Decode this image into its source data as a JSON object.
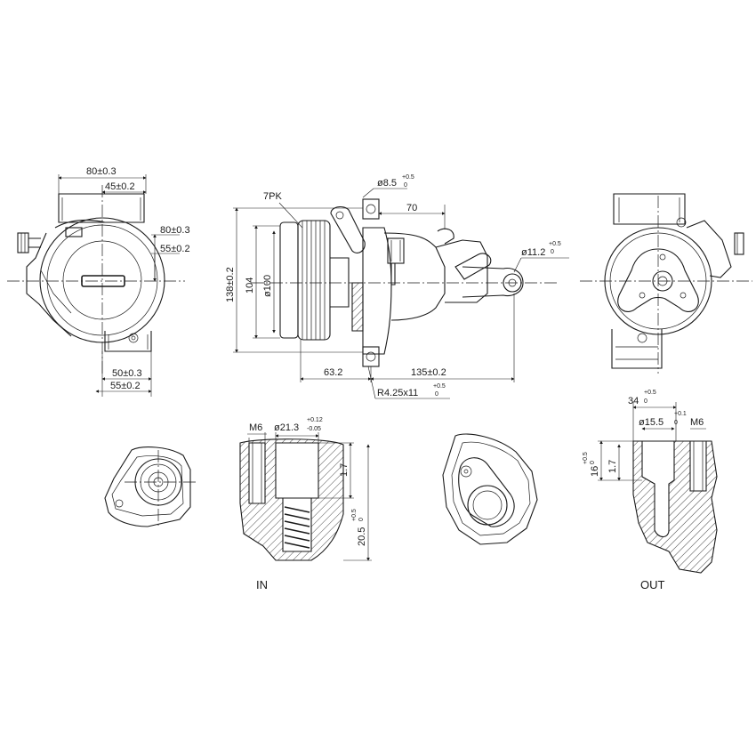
{
  "front_view": {
    "dim_width": "80±0.3",
    "dim_half": "45±0.2",
    "dim_right_a": "80±0.3",
    "dim_right_b": "55±0.2",
    "dim_bottom_a": "50±0.3",
    "dim_bottom_b": "55±0.2"
  },
  "side_view": {
    "belt_label": "7PK",
    "hole_dia": "ø8.5",
    "hole_dia_tol_up": "+0.5",
    "hole_dia_tol_low": "0",
    "dim_top": "70",
    "dim_right_hole": "ø11.2",
    "dim_right_hole_tol_up": "+0.5",
    "dim_right_hole_tol_low": "0",
    "dim_height": "138±0.2",
    "dim_inner_height": "104",
    "dim_pulley": "ø100",
    "dim_bottom_left": "63.2",
    "dim_bottom_right": "135±0.2",
    "dim_radius": "R4.25x11",
    "dim_radius_tol_up": "+0.5",
    "dim_radius_tol_low": "0"
  },
  "port_in": {
    "thread": "M6",
    "bore": "ø21.3",
    "bore_tol_up": "+0.12",
    "bore_tol_low": "-0.05",
    "depth": "1.7",
    "length": "20.5",
    "length_tol_up": "+0.5",
    "length_tol_low": "0",
    "label": "IN"
  },
  "port_out": {
    "width": "34",
    "width_tol_up": "+0.5",
    "width_tol_low": "0",
    "bore": "ø15.5",
    "bore_tol_up": "+0.1",
    "bore_tol_low": "0",
    "thread": "M6",
    "depth": "16",
    "depth_tol_up": "+0.5",
    "depth_tol_low": "0",
    "step": "1.7",
    "label": "OUT"
  }
}
